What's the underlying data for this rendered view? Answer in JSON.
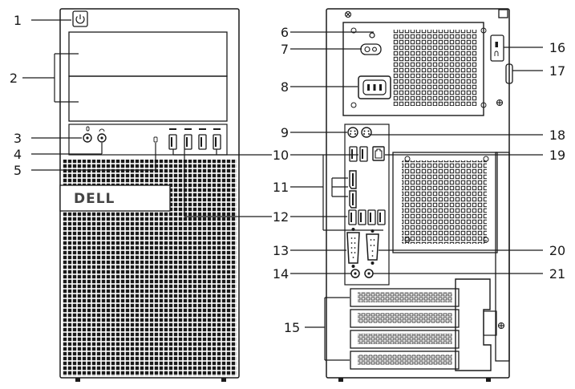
{
  "figure": {
    "logo_text": "DELL",
    "left_callouts": [
      {
        "number": "1"
      },
      {
        "number": "2"
      },
      {
        "number": "3"
      },
      {
        "number": "4"
      },
      {
        "number": "5"
      }
    ],
    "center_callouts": [
      {
        "number": "6"
      },
      {
        "number": "7"
      },
      {
        "number": "8"
      },
      {
        "number": "9"
      },
      {
        "number": "10"
      },
      {
        "number": "11"
      },
      {
        "number": "12"
      },
      {
        "number": "13"
      },
      {
        "number": "14"
      },
      {
        "number": "15"
      }
    ],
    "right_callouts": [
      {
        "number": "16"
      },
      {
        "number": "17"
      },
      {
        "number": "18"
      },
      {
        "number": "19"
      },
      {
        "number": "20"
      },
      {
        "number": "21"
      }
    ],
    "colors": {
      "line": "#1a1a1a",
      "background": "#ffffff"
    }
  }
}
